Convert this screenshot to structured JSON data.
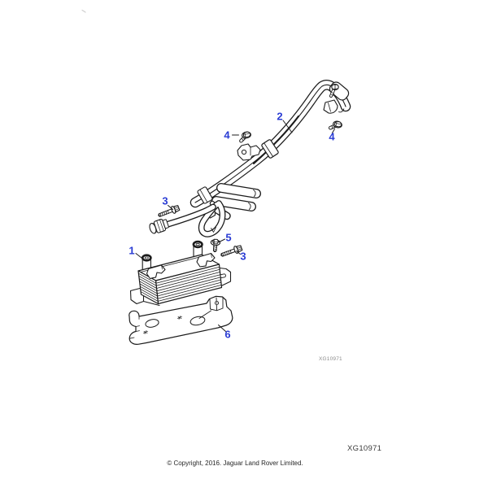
{
  "diagram": {
    "figure_code_small": "XG10971",
    "figure_code_large": "XG10971",
    "colors": {
      "callout": "#2a3cd4",
      "line": "#1c1c1c"
    },
    "callouts": [
      {
        "part": "oil-cooler",
        "label": "1"
      },
      {
        "part": "pipe-assembly",
        "label": "2"
      },
      {
        "part": "bolt-upper",
        "label": "3"
      },
      {
        "part": "bolt-lower",
        "label": "3"
      },
      {
        "part": "screw-left",
        "label": "4"
      },
      {
        "part": "screw-right",
        "label": "4"
      },
      {
        "part": "screw-center",
        "label": "5"
      },
      {
        "part": "mounting-bracket",
        "label": "6"
      }
    ]
  },
  "footer": {
    "copyright": "© Copyright, 2016. Jaguar Land Rover Limited."
  }
}
